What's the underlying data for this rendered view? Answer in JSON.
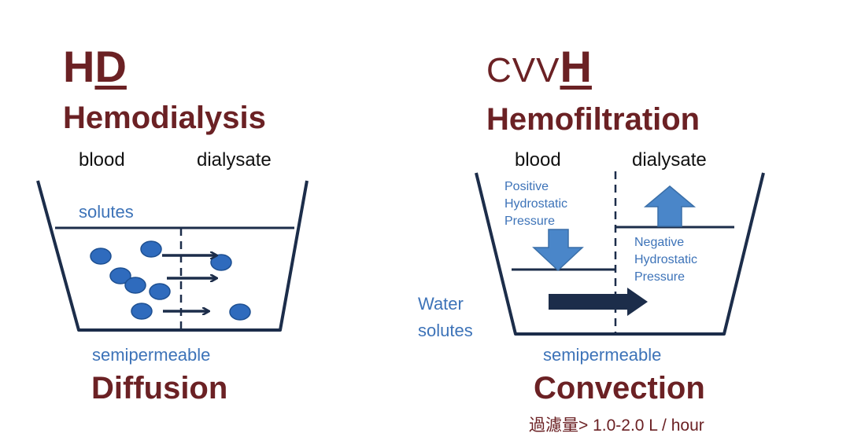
{
  "left": {
    "abbr_main": "H",
    "abbr_underlined": "D",
    "name": "Hemodialysis",
    "blood": "blood",
    "dialysate": "dialysate",
    "solutes": "solutes",
    "membrane": "semipermeable",
    "process": "Diffusion"
  },
  "right": {
    "abbr_prefix": "CVV",
    "abbr_underlined": "H",
    "name": "Hemofiltration",
    "blood": "blood",
    "dialysate": "dialysate",
    "positive_pressure": [
      "Positive",
      "Hydrostatic",
      "Pressure"
    ],
    "negative_pressure": [
      "Negative",
      "Hydrostatic",
      "Pressure"
    ],
    "water": "Water",
    "solutes": "solutes",
    "membrane": "semipermeable",
    "process": "Convection",
    "rate_text": "過濾量> 1.0-2.0 L / hour"
  },
  "colors": {
    "title": "#6b2124",
    "accent_blue": "#3d73b8",
    "arrow_navy": "#1c2d4a",
    "solute_dot": "#2f6bbd",
    "pressure_arrow": "#4a86c9"
  }
}
